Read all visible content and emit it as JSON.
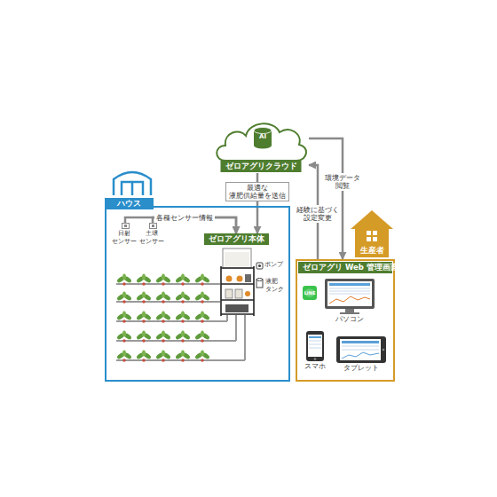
{
  "diagram": {
    "nodes": [
      {
        "text": [
          "ゼロアグリクラウド"
        ]
      },
      {
        "text": [
          "ハウス"
        ]
      },
      {
        "text": [
          "日射 センサー"
        ],
        "in": 1
      },
      {
        "text": [
          "土壌 センサー"
        ],
        "in": 1
      },
      {
        "text": [
          "ゼロアグリ本体"
        ],
        "in": 1
      },
      {
        "text": [
          "生産者"
        ]
      },
      {
        "text": [
          "ゼロアグリ Web 管理画面"
        ]
      },
      {
        "text": [
          "パソコン"
        ],
        "in": 6
      },
      {
        "text": [
          "スマホ"
        ],
        "in": 6
      },
      {
        "text": [
          "タブレット"
        ],
        "in": 6
      }
    ],
    "edges": [
      {
        "from": 0,
        "to": 4,
        "arrow": "to",
        "label": "最適な 液肥供給量を送信"
      },
      {
        "from": 2,
        "to": 4,
        "arrow": "to",
        "label": "各種センサー情報"
      },
      {
        "from": 3,
        "to": 4,
        "arrow": "to"
      },
      {
        "from": 6,
        "to": 0,
        "arrow": "to",
        "label": "経験に基づく 設定変更"
      },
      {
        "from": 0,
        "to": 6,
        "arrow": "to",
        "label": "環境データ 閲覧"
      }
    ],
    "labels": [
      "AI",
      "ポンプ",
      "液肥 タンク",
      "LINE"
    ]
  }
}
